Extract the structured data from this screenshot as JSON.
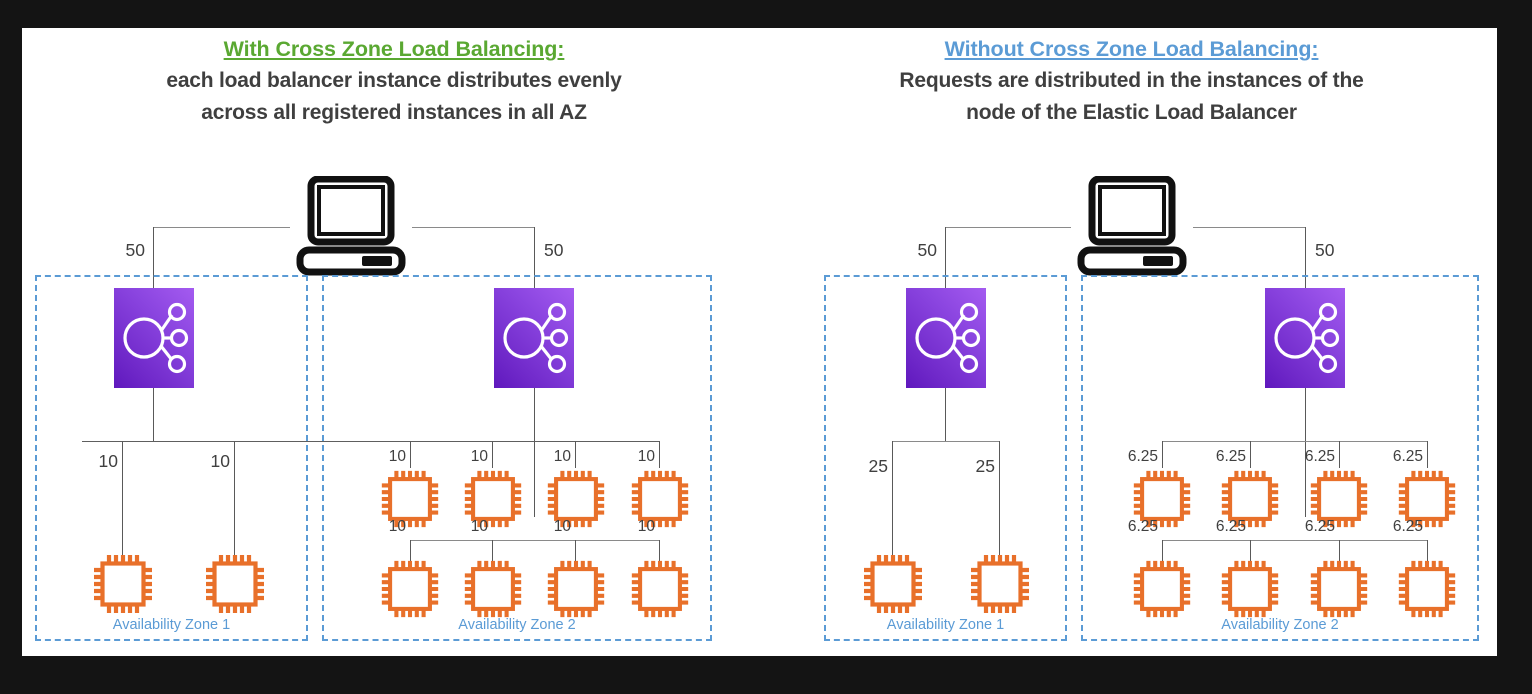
{
  "panels": [
    {
      "id": "with-cross-zone",
      "title": "With Cross Zone Load Balancing:",
      "title_color": "#5aa832",
      "subtitle_line1": "each load balancer instance distributes evenly",
      "subtitle_line2": "across all registered instances in all AZ",
      "client_icon": "computer-icon",
      "client_to_az1_label": "50",
      "client_to_az2_label": "50",
      "zones": [
        {
          "name": "Availability Zone 1",
          "lb_icon": "elastic-load-balancer-icon",
          "instance_count": 2,
          "instance_labels": [
            "10",
            "10"
          ],
          "instance_icon": "ec2-instance-icon"
        },
        {
          "name": "Availability Zone 2",
          "lb_icon": "elastic-load-balancer-icon",
          "instance_count": 8,
          "instance_labels_row1": [
            "10",
            "10",
            "10",
            "10"
          ],
          "instance_labels_row2": [
            "10",
            "10",
            "10",
            "10"
          ],
          "instance_icon": "ec2-instance-icon"
        }
      ]
    },
    {
      "id": "without-cross-zone",
      "title": "Without Cross Zone Load Balancing:",
      "title_color": "#5b9bd5",
      "subtitle_line1": "Requests are distributed in the instances of the",
      "subtitle_line2": "node of the Elastic Load Balancer",
      "client_icon": "computer-icon",
      "client_to_az1_label": "50",
      "client_to_az2_label": "50",
      "zones": [
        {
          "name": "Availability Zone 1",
          "lb_icon": "elastic-load-balancer-icon",
          "instance_count": 2,
          "instance_labels": [
            "25",
            "25"
          ],
          "instance_icon": "ec2-instance-icon"
        },
        {
          "name": "Availability Zone 2",
          "lb_icon": "elastic-load-balancer-icon",
          "instance_count": 8,
          "instance_labels_row1": [
            "6.25",
            "6.25",
            "6.25",
            "6.25"
          ],
          "instance_labels_row2": [
            "6.25",
            "6.25",
            "6.25",
            "6.25"
          ],
          "instance_icon": "ec2-instance-icon"
        }
      ]
    }
  ],
  "colors": {
    "green_title": "#5aa832",
    "blue_title": "#5b9bd5",
    "az_border": "#5b9bd5",
    "ec2_orange": "#e8702a",
    "elb_purple_light": "#a45bf0",
    "elb_purple_dark": "#5f18bd",
    "connector_gray": "#595959",
    "background": "#141414"
  }
}
